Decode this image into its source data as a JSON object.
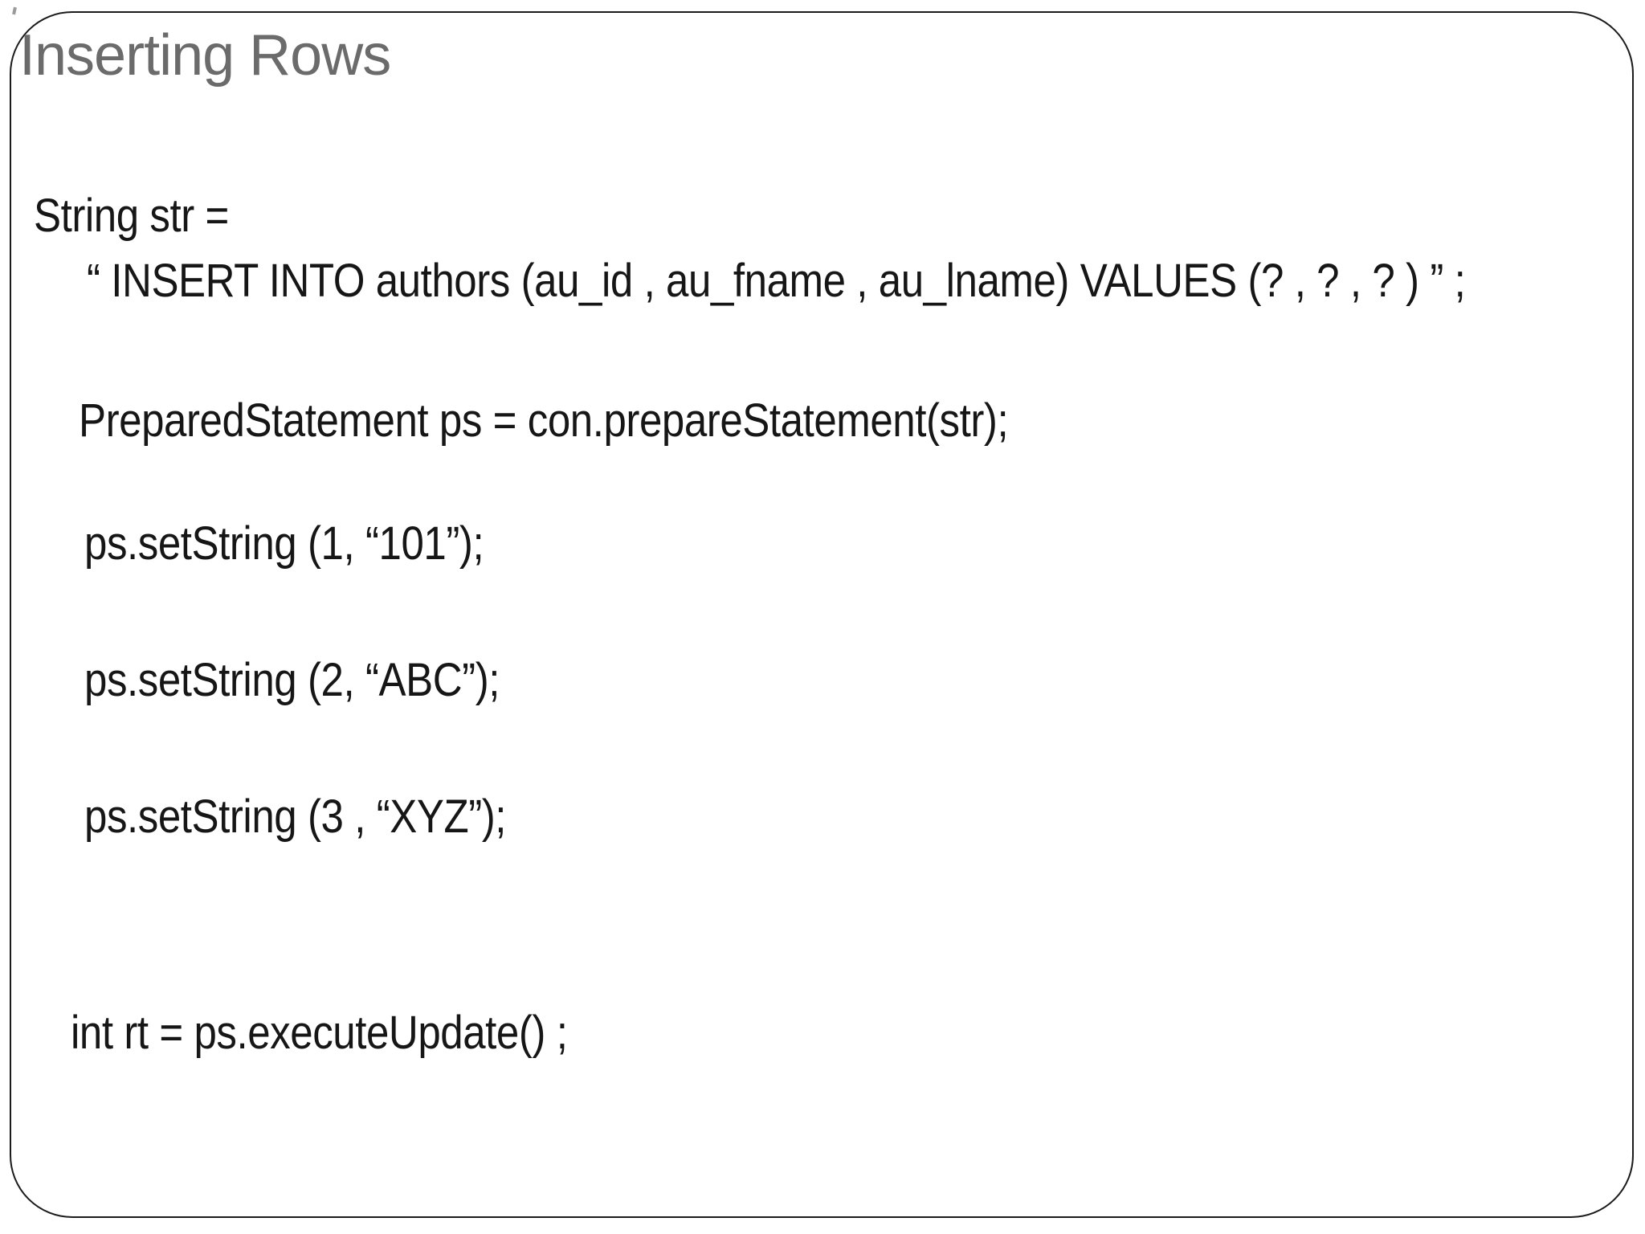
{
  "slide": {
    "title": "Inserting Rows",
    "code_lines": [
      "String str =",
      "“ INSERT INTO authors (au_id , au_fname , au_lname) VALUES (? , ? , ? ) ” ;",
      "PreparedStatement ps = con.prepareStatement(str);",
      "ps.setString (1, “101”);",
      "ps.setString (2, “ABC”);",
      "ps.setString (3 , “XYZ”);",
      "int rt = ps.executeUpdate() ;"
    ],
    "colors": {
      "title_text": "#6b6b6b",
      "body_text": "#161616",
      "border": "#1b1b1b",
      "background": "#ffffff"
    }
  }
}
